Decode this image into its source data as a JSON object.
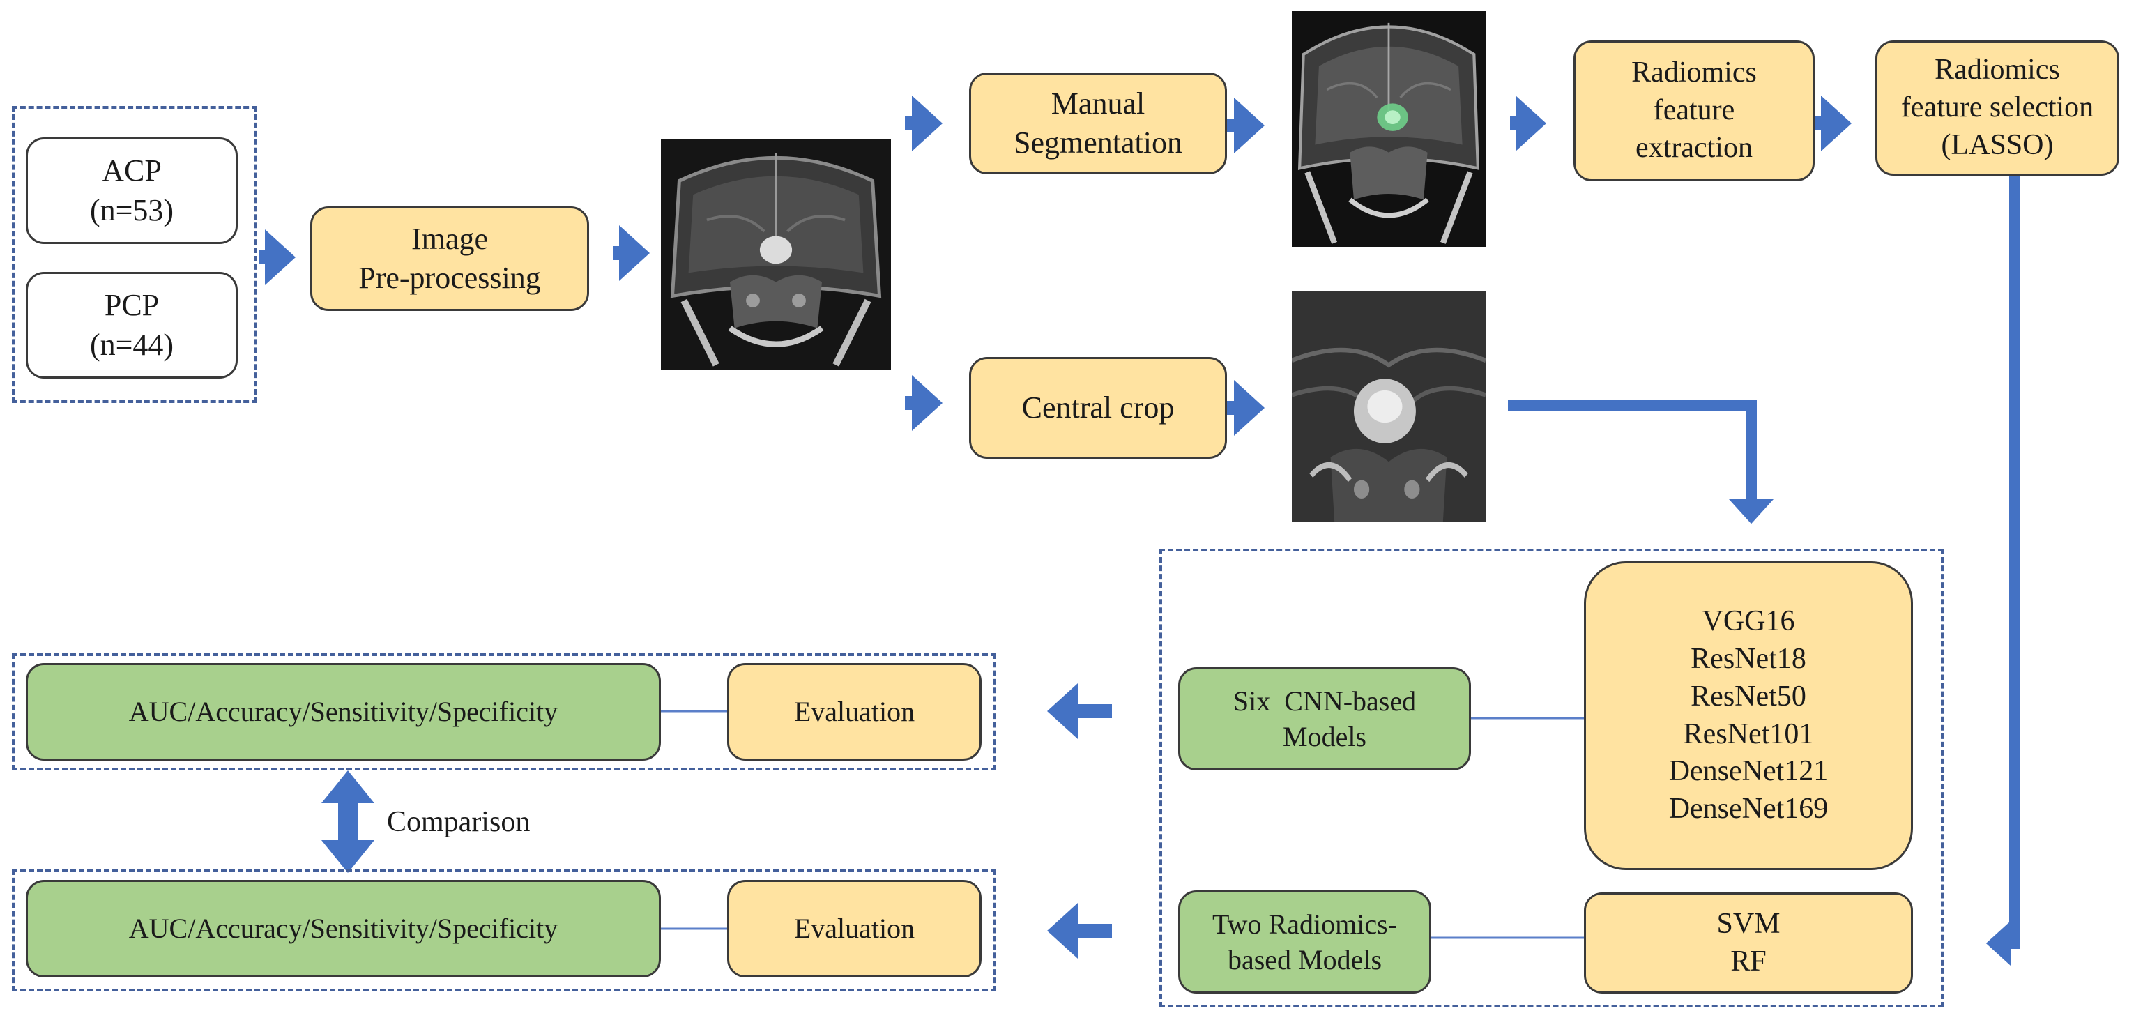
{
  "colors": {
    "arrow": "#4472c4",
    "box_yellow": "#ffe3a1",
    "box_green": "#a8d08d",
    "border": "#3a3a3a",
    "dashed_group": "#44609b"
  },
  "cohort": {
    "acp": {
      "name": "ACP",
      "count": "(n=53)"
    },
    "pcp": {
      "name": "PCP",
      "count": "(n=44)"
    }
  },
  "steps": {
    "preprocessing": [
      "Image",
      "Pre-processing"
    ],
    "manual_segmentation": [
      "Manual",
      "Segmentation"
    ],
    "central_crop": "Central crop",
    "feature_extraction": [
      "Radiomics",
      "feature",
      "extraction"
    ],
    "feature_selection": [
      "Radiomics",
      "feature selection",
      "(LASSO)"
    ]
  },
  "models": {
    "cnn_group": [
      "Six  CNN-based",
      "Models"
    ],
    "cnn_list": [
      "VGG16",
      "ResNet18",
      "ResNet50",
      "ResNet101",
      "DenseNet121",
      "DenseNet169"
    ],
    "radiomics_group": [
      "Two Radiomics-",
      "based Models"
    ],
    "radiomics_list": [
      "SVM",
      "RF"
    ]
  },
  "evaluation": {
    "metrics": "AUC/Accuracy/Sensitivity/Specificity",
    "label": "Evaluation",
    "comparison": "Comparison"
  },
  "images": {
    "preprocessed_mri": "coronal-mri-icon",
    "segmented_mri": "segmented-mri-icon",
    "cropped_mri": "cropped-mri-icon"
  }
}
